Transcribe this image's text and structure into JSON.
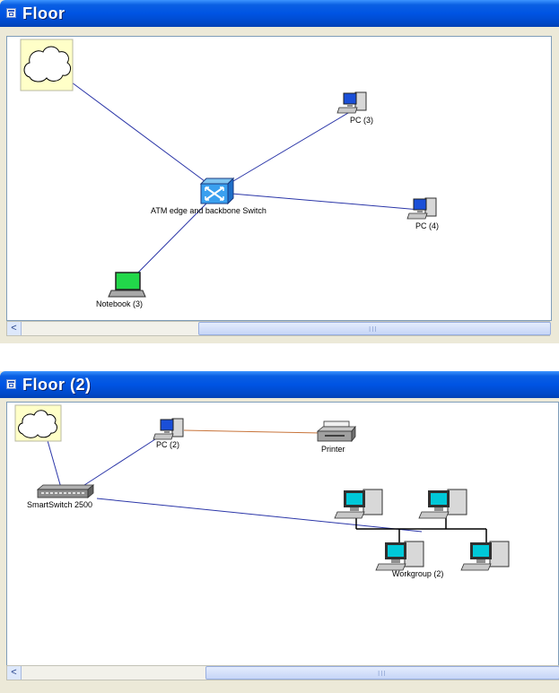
{
  "window1": {
    "title": "Floor",
    "nodes": {
      "atm_switch": "ATM edge and backbone Switch",
      "pc3": "PC (3)",
      "pc4": "PC (4)",
      "notebook3": "Notebook (3)"
    },
    "scrollbar": {
      "left_arrow": "<",
      "grip": "III"
    }
  },
  "window2": {
    "title": "Floor (2)",
    "nodes": {
      "pc2": "PC (2)",
      "printer": "Printer",
      "smartswitch": "SmartSwitch 2500",
      "workgroup": "Workgroup (2)"
    },
    "scrollbar": {
      "left_arrow": "<",
      "grip": "III"
    }
  },
  "colors": {
    "titlebar": "#0054e3",
    "link_blue": "#2b36a8",
    "link_orange": "#c8743a",
    "cloud_bg": "#ffffc8",
    "monitor_screen_blue": "#1a4fd8",
    "notebook_screen": "#22d84a",
    "workstation_screen": "#00c8d8"
  }
}
